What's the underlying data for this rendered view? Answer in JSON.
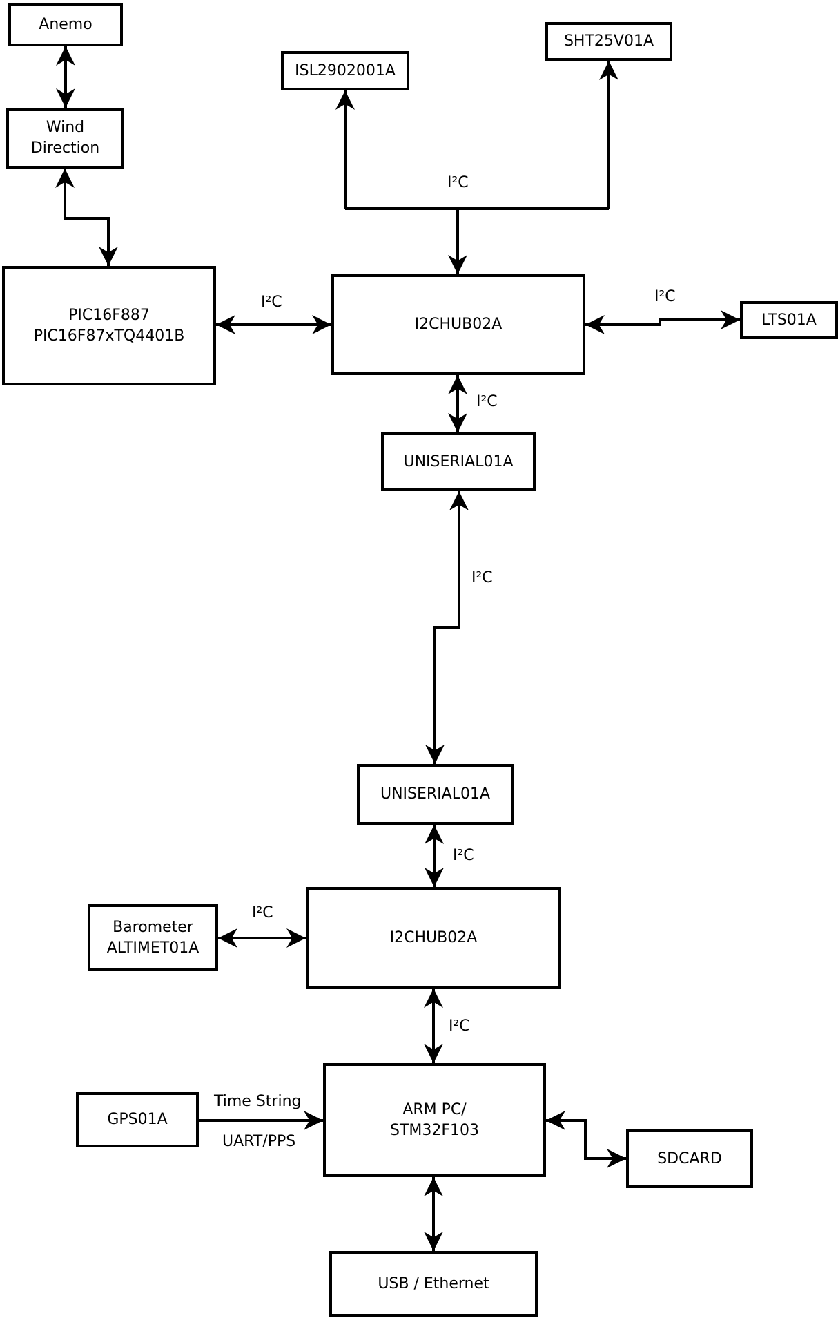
{
  "labels": {
    "i2c": "I²C",
    "time_string": "Time String",
    "uart_pps": "UART/PPS"
  },
  "nodes": {
    "anemo": {
      "label": "Anemo"
    },
    "wind_direction": {
      "line1": "Wind",
      "line2": "Direction"
    },
    "pic": {
      "line1": "PIC16F887",
      "line2": "PIC16F87xTQ4401B"
    },
    "isl": {
      "label": "ISL2902001A"
    },
    "sht": {
      "label": "SHT25V01A"
    },
    "i2chub_top": {
      "label": "I2CHUB02A"
    },
    "lts": {
      "label": "LTS01A"
    },
    "uniserial_top": {
      "label": "UNISERIAL01A"
    },
    "uniserial_bottom": {
      "label": "UNISERIAL01A"
    },
    "i2chub_bottom": {
      "label": "I2CHUB02A"
    },
    "barometer": {
      "line1": "Barometer",
      "line2": "ALTIMET01A"
    },
    "gps": {
      "label": "GPS01A"
    },
    "armpc": {
      "line1": "ARM PC/",
      "line2": "STM32F103"
    },
    "sdcard": {
      "label": "SDCARD"
    },
    "usb_ethernet": {
      "label": "USB / Ethernet"
    }
  }
}
